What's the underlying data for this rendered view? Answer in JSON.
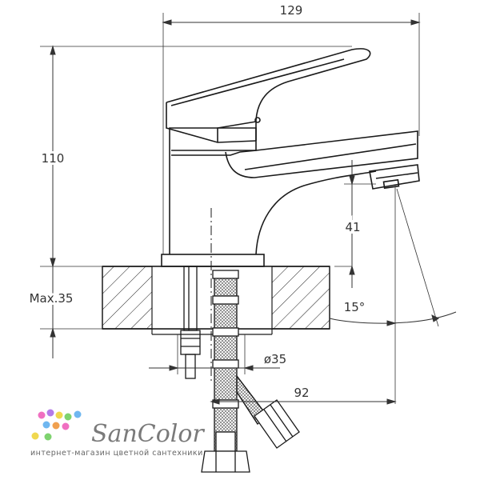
{
  "dimensions": {
    "width_total": "129",
    "height_total": "110",
    "spout_height": "41",
    "max_counter": "Max.35",
    "angle": "15°",
    "hole_diameter": "ø35",
    "reach": "92"
  },
  "brand": {
    "name": "SanColor",
    "tagline": "интернет-магазин цветной сантехники"
  },
  "colors": {
    "line": "#1a1a1a",
    "dimension": "#333333",
    "brand_text": "#7a7a7a",
    "dots": [
      "#f06fc1",
      "#b47be8",
      "#6fb7f0",
      "#7ed36f",
      "#f0d84f",
      "#f0a04f"
    ]
  }
}
